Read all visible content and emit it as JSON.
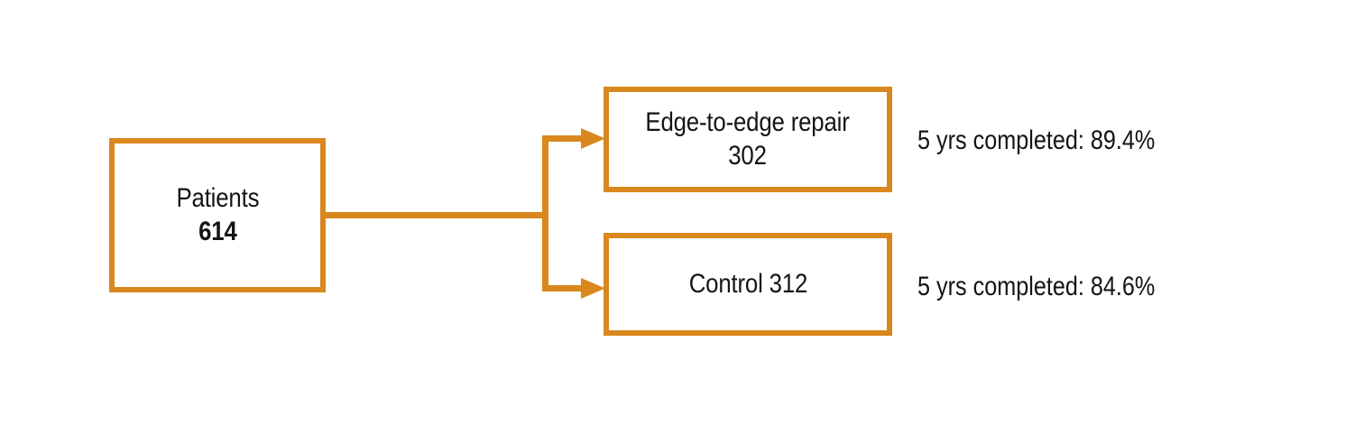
{
  "diagram": {
    "type": "clinical-trial-flow",
    "accent_color": "#D9881E",
    "text_color": "#141414",
    "background_color": "#FFFFFF",
    "nodes": [
      {
        "id": "patients",
        "name": "patients-node",
        "line1": "Patients",
        "line2": "614",
        "count": 614
      },
      {
        "id": "treatment",
        "name": "treatment-node",
        "line1": "Edge-to-edge repair",
        "line2": "302",
        "count": 302
      },
      {
        "id": "control",
        "name": "control-node",
        "line1": "Control 312",
        "count": 312
      }
    ],
    "annotations": [
      {
        "id": "treatment-followup",
        "text": "5 yrs completed: 89.4%",
        "value": 89.4
      },
      {
        "id": "control-followup",
        "text": "5 yrs completed: 84.6%",
        "value": 84.6
      }
    ],
    "edges": [
      {
        "from": "patients",
        "to": "treatment",
        "arrow": "arrowhead-right"
      },
      {
        "from": "patients",
        "to": "control",
        "arrow": "arrowhead-right"
      }
    ]
  }
}
